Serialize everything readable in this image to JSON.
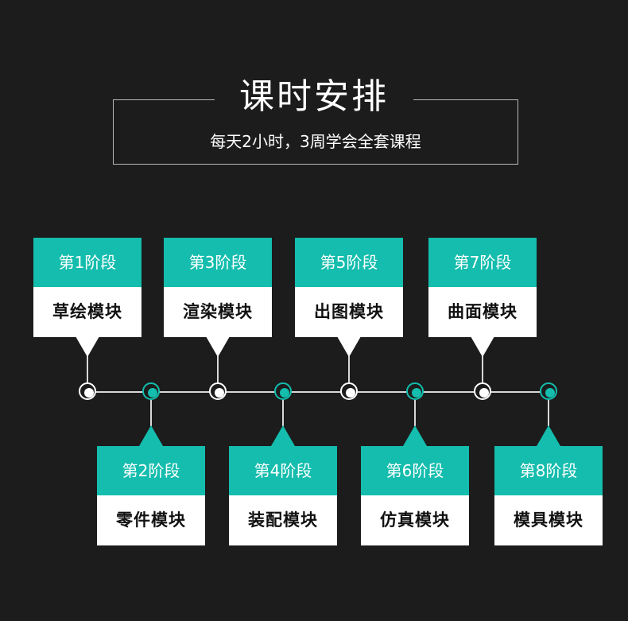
{
  "header": {
    "title": "课时安排",
    "subtitle": "每天2小时，3周学会全套课程"
  },
  "stages": [
    {
      "stage": "第1阶段",
      "module": "草绘模块",
      "row": "top"
    },
    {
      "stage": "第2阶段",
      "module": "零件模块",
      "row": "bottom"
    },
    {
      "stage": "第3阶段",
      "module": "渲染模块",
      "row": "top"
    },
    {
      "stage": "第4阶段",
      "module": "装配模块",
      "row": "bottom"
    },
    {
      "stage": "第5阶段",
      "module": "出图模块",
      "row": "top"
    },
    {
      "stage": "第6阶段",
      "module": "仿真模块",
      "row": "bottom"
    },
    {
      "stage": "第7阶段",
      "module": "曲面模块",
      "row": "top"
    },
    {
      "stage": "第8阶段",
      "module": "模具模块",
      "row": "bottom"
    }
  ],
  "colors": {
    "background": "#1c1c1c",
    "accent": "#14bdad",
    "card": "#ffffff",
    "line": "#d8d8d8"
  }
}
